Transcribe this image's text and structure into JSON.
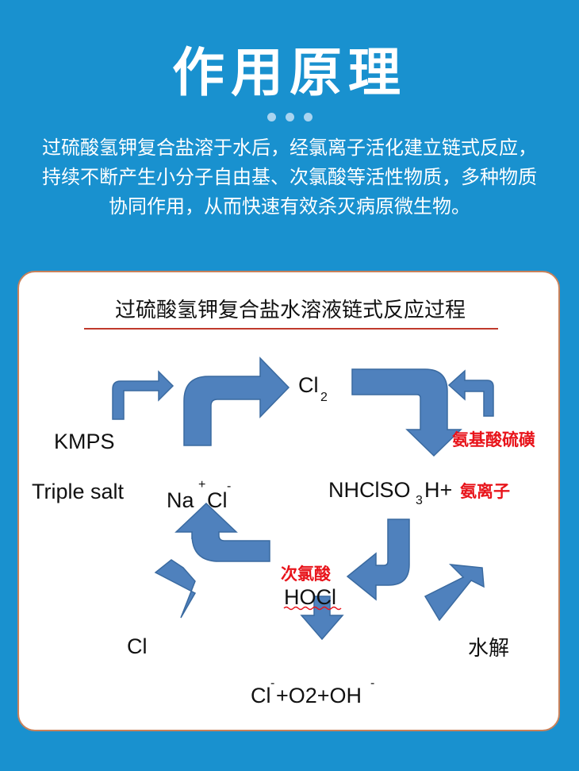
{
  "header": {
    "title": "作用原理",
    "description": "过硫酸氢钾复合盐溶于水后，经氯离子活化建立链式反应，持续不断产生小分子自由基、次氯酸等活性物质，多种物质协同作用，从而快速有效杀灭病原微生物。"
  },
  "diagram": {
    "title": "过硫酸氢钾复合盐水溶液链式反应过程",
    "kmps": "KMPS",
    "triple_salt": "Triple salt",
    "na": "Na",
    "na_sup": "+",
    "cl_ion": "Cl",
    "cl_ion_sup": "-",
    "cl2": "Cl",
    "cl2_sub": "2",
    "sulfamic_acid": "氨基酸硫磺",
    "nhclso3_part1": "NHClSO",
    "nhclso3_sub": "3",
    "nhclso3_part2": "H+",
    "ammonium_ion": "氨离子",
    "hypochlorous_cn": "次氯酸",
    "hocl": "HOCl",
    "cl_left": "Cl",
    "hydrolysis": "水解",
    "products_cl": "Cl",
    "products_sup": "-",
    "products_rest": "+O2+OH",
    "products_oh_sup": "-"
  },
  "colors": {
    "background": "#1991cf",
    "arrow_fill": "#4f81bd",
    "arrow_stroke": "#3a6aa0",
    "title_underline": "#c0392b",
    "red_label": "#e8141b"
  }
}
